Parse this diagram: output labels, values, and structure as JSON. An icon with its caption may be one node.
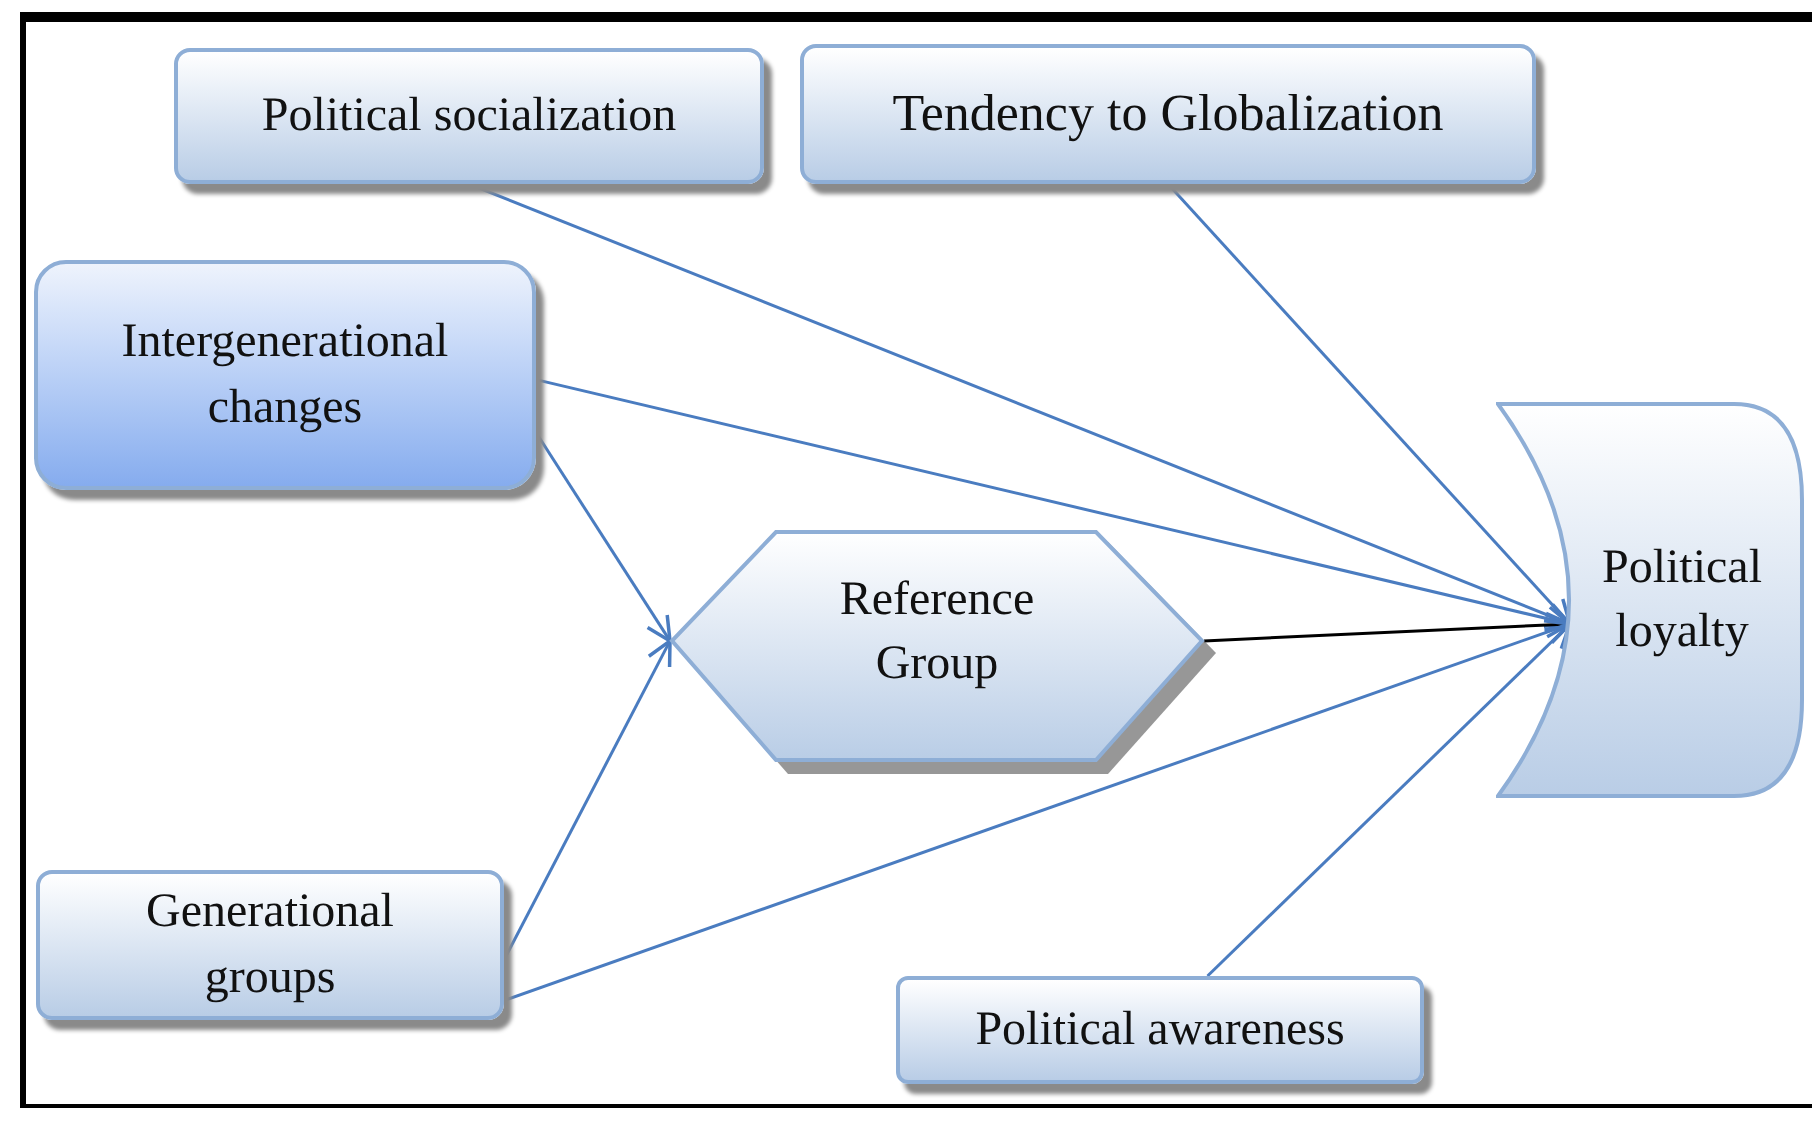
{
  "diagram": {
    "nodes": [
      {
        "text": [
          "Political socialization"
        ]
      },
      {
        "text": [
          "Tendency to Globalization"
        ]
      },
      {
        "text": [
          "Intergenerational changes"
        ]
      },
      {
        "text": [
          "Reference Group"
        ]
      },
      {
        "text": [
          "Political loyalty"
        ]
      },
      {
        "text": [
          "Generational groups"
        ]
      },
      {
        "text": [
          "Political awareness"
        ]
      }
    ],
    "edges": [
      {
        "from": 0,
        "to": 4,
        "arrow": "to"
      },
      {
        "from": 1,
        "to": 4,
        "arrow": "to"
      },
      {
        "from": 2,
        "to": 4,
        "arrow": "to"
      },
      {
        "from": 2,
        "to": 3,
        "arrow": "to"
      },
      {
        "from": 5,
        "to": 3,
        "arrow": "to"
      },
      {
        "from": 3,
        "to": 4,
        "arrow": "to",
        "color": "#000000"
      },
      {
        "from": 5,
        "to": 4,
        "arrow": "to"
      },
      {
        "from": 6,
        "to": 4,
        "arrow": "to"
      }
    ]
  }
}
